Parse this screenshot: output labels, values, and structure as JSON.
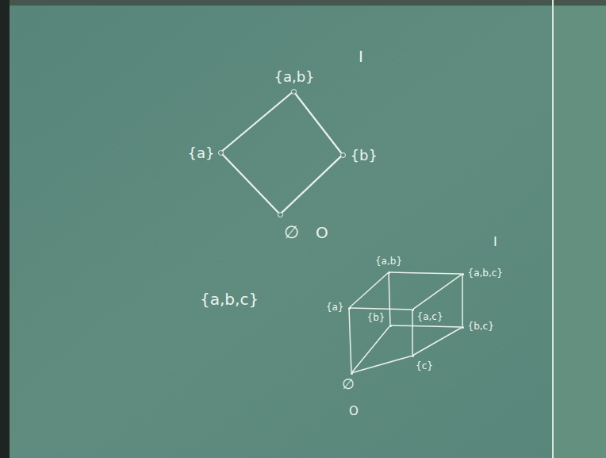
{
  "diagram": {
    "nodes": [
      {
        "text": [
          "{a,b}"
        ]
      },
      {
        "text": [
          "{a}"
        ]
      },
      {
        "text": [
          "{b}"
        ]
      },
      {
        "text": [
          "∅"
        ]
      },
      {
        "text": [
          "{a,b}"
        ]
      },
      {
        "text": [
          "{a,b,c}"
        ]
      },
      {
        "text": [
          "{a}"
        ]
      },
      {
        "text": [
          "{a,c}"
        ]
      },
      {
        "text": [
          "{b}"
        ]
      },
      {
        "text": [
          "{b,c}"
        ]
      },
      {
        "text": [
          "∅"
        ]
      },
      {
        "text": [
          "{c}"
        ]
      }
    ],
    "edges": [
      {
        "from": 1,
        "to": 0,
        "arrow": "none"
      },
      {
        "from": 2,
        "to": 0,
        "arrow": "none"
      },
      {
        "from": 3,
        "to": 1,
        "arrow": "none"
      },
      {
        "from": 3,
        "to": 2,
        "arrow": "none"
      },
      {
        "from": 10,
        "to": 6,
        "arrow": "none"
      },
      {
        "from": 10,
        "to": 8,
        "arrow": "none"
      },
      {
        "from": 10,
        "to": 11,
        "arrow": "none"
      },
      {
        "from": 6,
        "to": 4,
        "arrow": "none"
      },
      {
        "from": 6,
        "to": 7,
        "arrow": "none"
      },
      {
        "from": 8,
        "to": 4,
        "arrow": "none"
      },
      {
        "from": 8,
        "to": 9,
        "arrow": "none"
      },
      {
        "from": 11,
        "to": 7,
        "arrow": "none"
      },
      {
        "from": 11,
        "to": 9,
        "arrow": "none"
      },
      {
        "from": 4,
        "to": 5,
        "arrow": "none"
      },
      {
        "from": 7,
        "to": 5,
        "arrow": "none"
      },
      {
        "from": 9,
        "to": 5,
        "arrow": "none"
      }
    ],
    "labels": [
      "I",
      "O",
      "{a,b,c}",
      "I",
      "O"
    ]
  }
}
